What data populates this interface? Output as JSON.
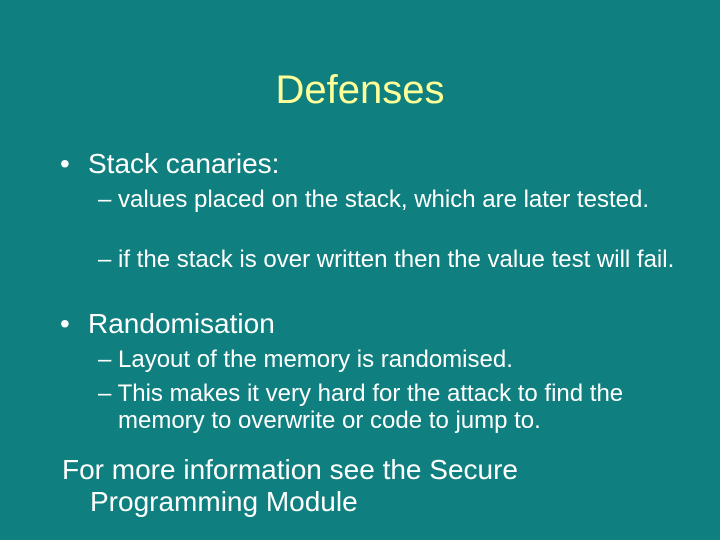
{
  "slide": {
    "title": "Defenses",
    "bullets": [
      {
        "marker": "•",
        "text": "Stack canaries:",
        "subs": [
          "– values placed on the stack, which are later tested.",
          "– if the stack is over written then the value test will fail."
        ]
      },
      {
        "marker": "•",
        "text": "Randomisation",
        "subs": [
          "– Layout of the memory is randomised.",
          "– This makes it very hard for the attack to find the memory to overwrite or code to jump to."
        ]
      }
    ],
    "footer": "For more information see the Secure Programming Module"
  },
  "colors": {
    "background": "#0f7f7f",
    "title": "#ffff99",
    "text": "#ffffff"
  }
}
